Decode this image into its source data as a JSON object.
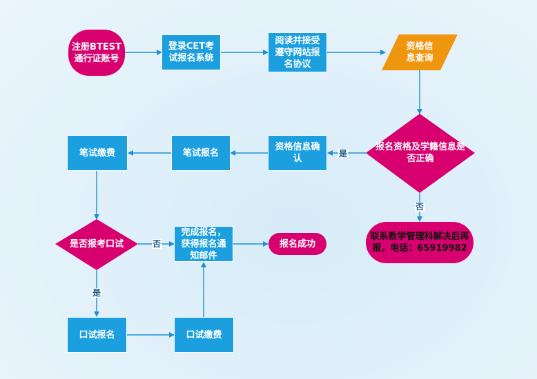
{
  "colors": {
    "process": "#1c9fdf",
    "terminal": "#d8006f",
    "data": "#f0960e",
    "decision": "#d8006f",
    "connector": "#1e90d0",
    "label_text": "#1a5b8c"
  },
  "nodes": {
    "register_account": "注册BTEST通行证账号",
    "login_system": "登录CET考试报名系统",
    "read_agreement": "阅读并接受遵守网站报名协议",
    "query_eligibility": "资格信息查询",
    "check_eligibility": "报名资格及学籍信息是否正确",
    "contact_office": "联系教学管理科解决后再报，电话：65919982",
    "confirm_eligibility": "资格信息确认",
    "written_register": "笔试报名",
    "written_pay": "笔试缴费",
    "oral_decision": "是否报考口试",
    "complete_register": "完成报名，获得报名通知邮件",
    "success": "报名成功",
    "oral_register": "口试报名",
    "oral_pay": "口试缴费"
  },
  "edge_labels": {
    "yes_confirm": "是",
    "no_contact": "否",
    "no_oral": "否",
    "yes_oral": "是"
  }
}
